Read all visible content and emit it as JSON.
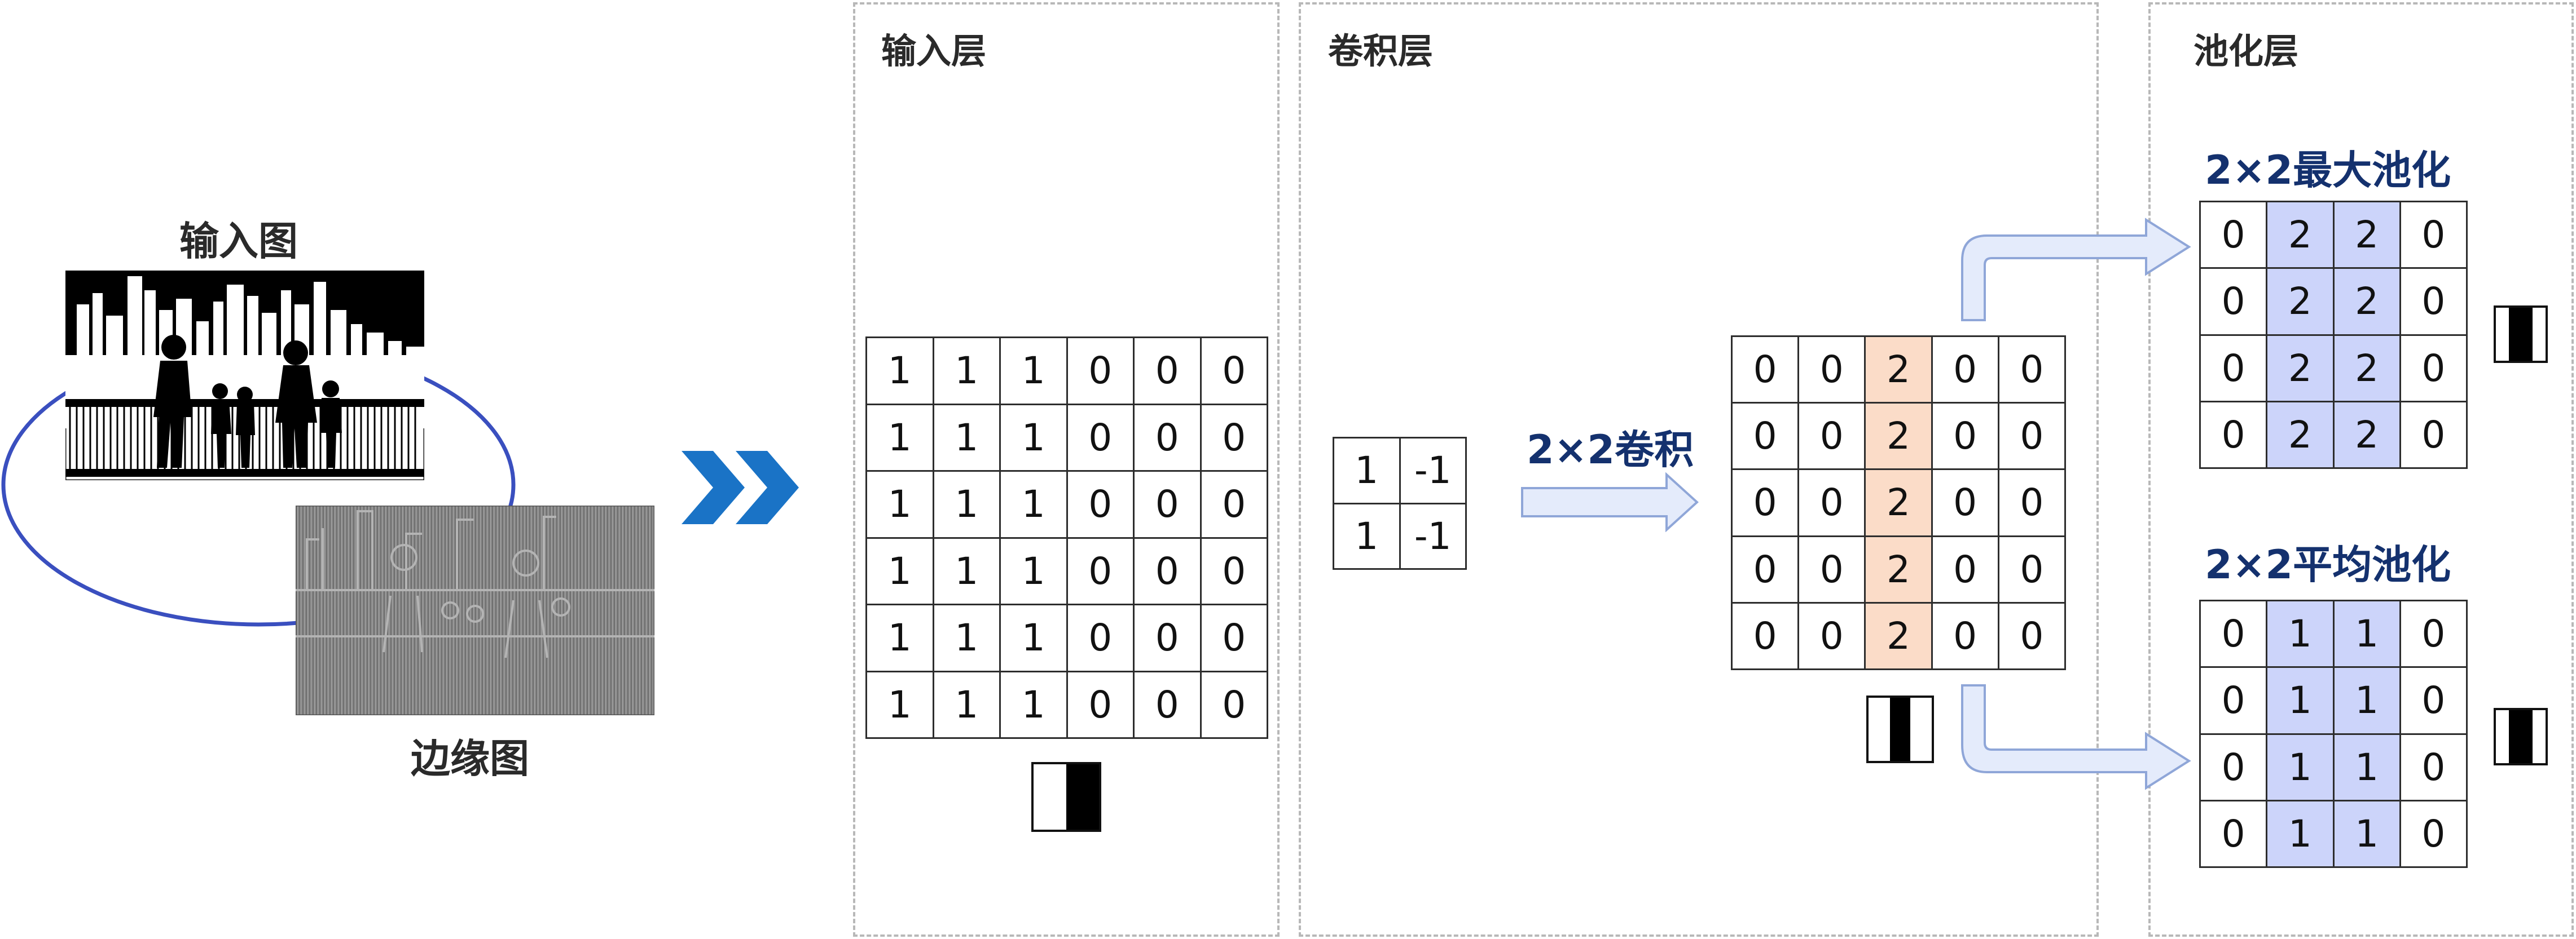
{
  "left": {
    "input_image_label": "输入图",
    "edge_image_label": "边缘图"
  },
  "panels": {
    "input_layer": "输入层",
    "conv_layer": "卷积层",
    "pool_layer": "池化层"
  },
  "input_matrix": [
    [
      "1",
      "1",
      "1",
      "0",
      "0",
      "0"
    ],
    [
      "1",
      "1",
      "1",
      "0",
      "0",
      "0"
    ],
    [
      "1",
      "1",
      "1",
      "0",
      "0",
      "0"
    ],
    [
      "1",
      "1",
      "1",
      "0",
      "0",
      "0"
    ],
    [
      "1",
      "1",
      "1",
      "0",
      "0",
      "0"
    ],
    [
      "1",
      "1",
      "1",
      "0",
      "0",
      "0"
    ]
  ],
  "kernel": [
    [
      "1",
      "-1"
    ],
    [
      "1",
      "-1"
    ]
  ],
  "conv_label": "2×2卷积",
  "conv_output": [
    [
      "0",
      "0",
      "2",
      "0",
      "0"
    ],
    [
      "0",
      "0",
      "2",
      "0",
      "0"
    ],
    [
      "0",
      "0",
      "2",
      "0",
      "0"
    ],
    [
      "0",
      "0",
      "2",
      "0",
      "0"
    ],
    [
      "0",
      "0",
      "2",
      "0",
      "0"
    ]
  ],
  "conv_highlight_col": 2,
  "max_pool_label": "2×2最大池化",
  "max_pool_output": [
    [
      "0",
      "2",
      "2",
      "0"
    ],
    [
      "0",
      "2",
      "2",
      "0"
    ],
    [
      "0",
      "2",
      "2",
      "0"
    ],
    [
      "0",
      "2",
      "2",
      "0"
    ]
  ],
  "avg_pool_label": "2×2平均池化",
  "avg_pool_output": [
    [
      "0",
      "1",
      "1",
      "0"
    ],
    [
      "0",
      "1",
      "1",
      "0"
    ],
    [
      "0",
      "1",
      "1",
      "0"
    ],
    [
      "0",
      "1",
      "1",
      "0"
    ]
  ],
  "pool_highlight_cols": [
    1,
    2
  ],
  "colors": {
    "arrow_blue": "#1a73c6",
    "ellipse_blue": "#3a4fbf",
    "highlight_orange": "#fbdcc8",
    "highlight_blue": "#ccd4fa",
    "flow_arrow_fill": "#e4ebfb",
    "flow_arrow_stroke": "#8fa6d8"
  }
}
